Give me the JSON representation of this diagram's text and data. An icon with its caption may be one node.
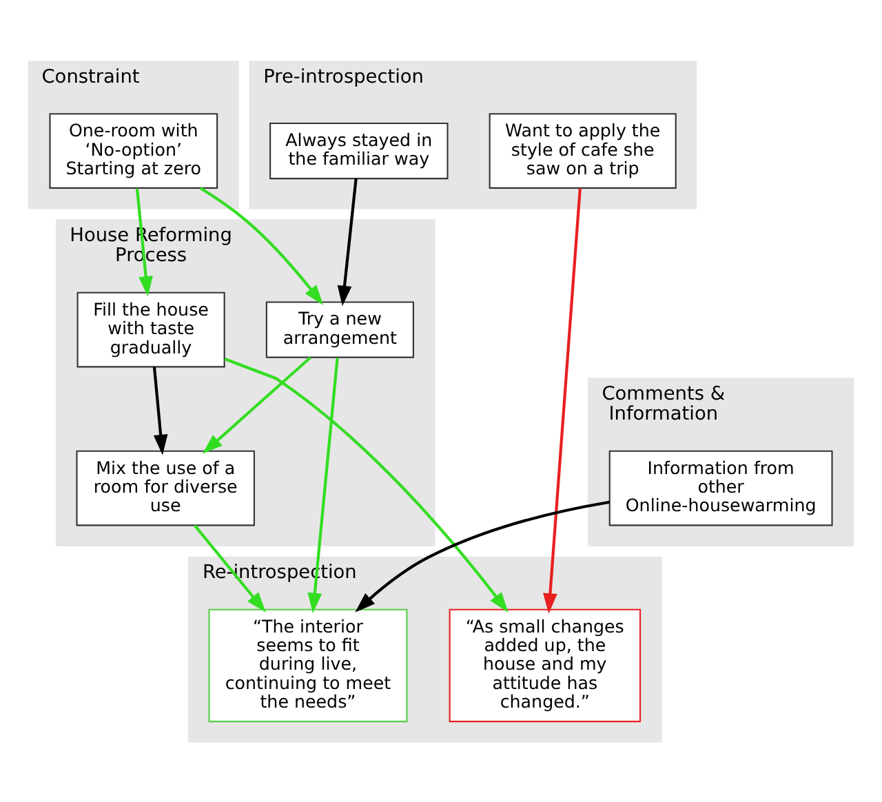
{
  "diagram": {
    "nodes": [
      {
        "text": [
          "Pre-introspection"
        ]
      },
      {
        "text": [
          "Want to apply the style of cafe she saw on a trip"
        ],
        "in": 0
      },
      {
        "text": [
          "Always stayed in the familiar way"
        ],
        "in": 0
      },
      {
        "text": [
          "Constraint"
        ]
      },
      {
        "text": [
          "One-room with ‘No-option’ Starting at zero"
        ],
        "in": 3
      },
      {
        "text": [
          "House Reforming Process"
        ]
      },
      {
        "text": [
          "Fill the house with taste gradually"
        ],
        "in": 5
      },
      {
        "text": [
          "Mix the use of a room for diverse use"
        ],
        "in": 5
      },
      {
        "text": [
          "Try a new arrangement"
        ],
        "in": 5
      },
      {
        "text": [
          "Comments & Information"
        ]
      },
      {
        "text": [
          "Information from other Online-housewarming"
        ],
        "in": 9
      },
      {
        "text": [
          "Re-introspection"
        ]
      },
      {
        "text": [
          "“As small changes added up, the house and my attitude has changed.”"
        ],
        "in": 11
      },
      {
        "text": [
          "“The interior seems to fit during live, continuing to meet the needs”"
        ],
        "in": 11
      }
    ],
    "edges": [
      {
        "from": 1,
        "to": 12,
        "arrow": "to",
        "color": "#e82020"
      },
      {
        "from": 2,
        "to": 8,
        "arrow": "to",
        "color": "#000000"
      },
      {
        "from": 4,
        "to": 6,
        "arrow": "to"
      },
      {
        "from": 4,
        "to": 8,
        "arrow": "to"
      },
      {
        "from": 6,
        "to": 7,
        "arrow": "to",
        "color": "#000000"
      },
      {
        "from": 8,
        "to": 7,
        "arrow": "to"
      },
      {
        "from": 6,
        "to": 12,
        "arrow": "to"
      },
      {
        "from": 7,
        "to": 13,
        "arrow": "to"
      },
      {
        "from": 8,
        "to": 13,
        "arrow": "to"
      },
      {
        "from": 10,
        "to": 13,
        "arrow": "to",
        "color": "#000000"
      }
    ]
  }
}
